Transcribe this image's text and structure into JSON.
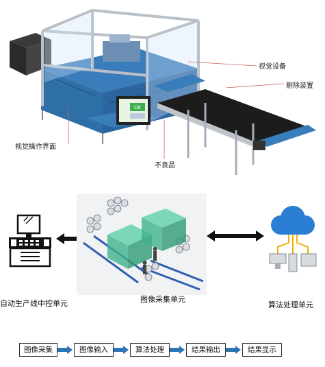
{
  "top_section": {
    "callouts": {
      "vision_device": "视觉设备",
      "reject_device": "剔除装置",
      "vision_ui": "视觉操作界面",
      "defective": "不良品"
    },
    "screen_badge": "OK"
  },
  "architecture": {
    "left_unit_label": "自动生产线中控单元",
    "middle_unit_label": "图像采集单元",
    "right_unit_label": "算法处理单元"
  },
  "flow": {
    "steps": [
      "图像采集",
      "图像输入",
      "算法处理",
      "结果输出",
      "结果显示"
    ]
  },
  "colors": {
    "machine_blue": "#2f6fa8",
    "frame_gray": "#c9ced4",
    "conveyor_black": "#1c1c1c",
    "enclosure_green": "#3fb28a",
    "cloud_blue": "#2a7fd4",
    "flow_arrow_blue": "#2e75b6"
  }
}
